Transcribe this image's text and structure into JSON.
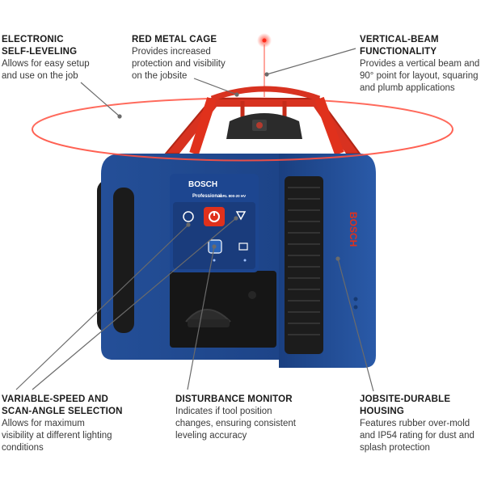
{
  "callouts": {
    "electronic_self_leveling": {
      "title": "ELECTRONIC\nSELF-LEVELING",
      "desc": "Allows for easy setup\nand use on the job"
    },
    "red_metal_cage": {
      "title": "RED METAL CAGE",
      "desc": "Provides increased\nprotection and visibility\non the jobsite"
    },
    "vertical_beam": {
      "title": "VERTICAL-BEAM\nFUNCTIONALITY",
      "desc": "Provides a vertical beam and\n90° point for layout, squaring\nand plumb applications"
    },
    "variable_speed": {
      "title": "VARIABLE-SPEED AND\nSCAN-ANGLE SELECTION",
      "desc": "Allows for maximum\nvisibility at different lighting\nconditions"
    },
    "disturbance_monitor": {
      "title": "DISTURBANCE MONITOR",
      "desc": "Indicates if tool position\nchanges, ensuring consistent\nleveling accuracy"
    },
    "jobsite_durable": {
      "title": "JOBSITE-DURABLE\nHOUSING",
      "desc": "Features rubber over-mold\nand IP54 rating for dust and\nsplash protection"
    }
  },
  "product": {
    "brand": "BOSCH",
    "series": "Professional",
    "model": "GRL 800-20 HV",
    "side_brand": "BOSCH"
  },
  "colors": {
    "housing_blue": "#1f4f9a",
    "cage_red": "#e0311c",
    "laser_red": "#ff3a2a",
    "rubber_black": "#1b1b1b"
  }
}
